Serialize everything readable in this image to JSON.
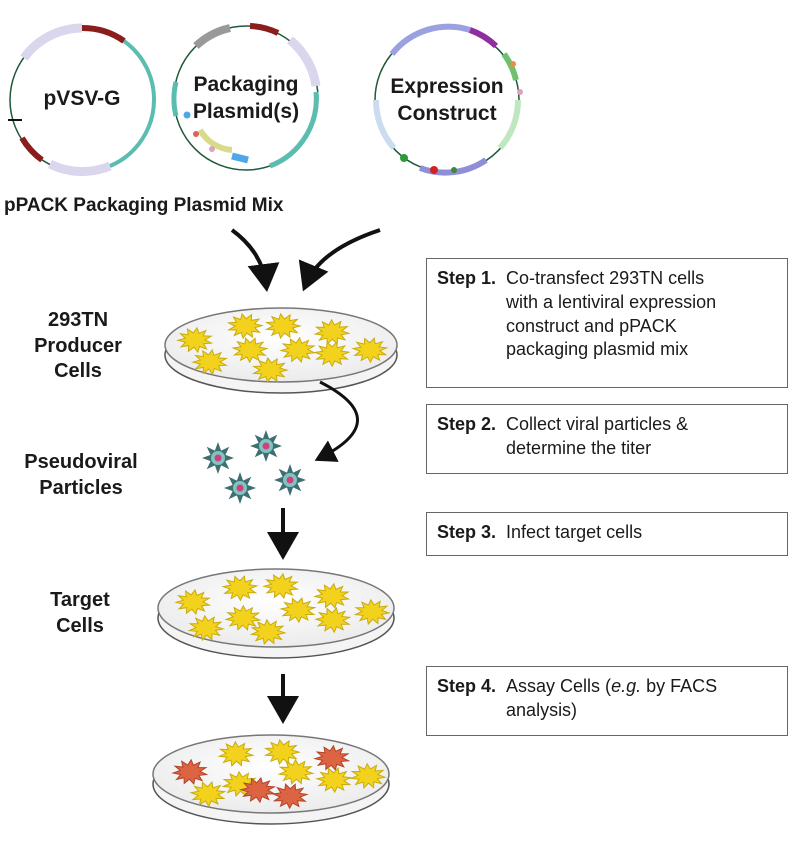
{
  "plasmids": [
    {
      "id": "pvsvg",
      "label_lines": [
        "pVSV-G"
      ]
    },
    {
      "id": "packaging",
      "label_lines": [
        "Packaging",
        "Plasmid(s)"
      ]
    },
    {
      "id": "expression",
      "label_lines": [
        "Expression",
        "Construct"
      ]
    }
  ],
  "mix_label": "pPACK Packaging Plasmid Mix",
  "stages": {
    "producer": {
      "label_lines": [
        "293TN",
        "Producer",
        "Cells"
      ]
    },
    "pseudoviral": {
      "label_lines": [
        "Pseudoviral",
        "Particles"
      ]
    },
    "target": {
      "label_lines": [
        "Target",
        "Cells"
      ]
    }
  },
  "steps": [
    {
      "number": "Step 1.",
      "lines": [
        "Co-transfect 293TN cells",
        "with a lentiviral expression",
        "construct and pPACK",
        "packaging plasmid mix"
      ]
    },
    {
      "number": "Step 2.",
      "lines": [
        "Collect viral particles &",
        "determine the titer"
      ]
    },
    {
      "number": "Step 3.",
      "lines": [
        "Infect target cells"
      ]
    },
    {
      "number": "Step 4.",
      "lines": [
        "Assay Cells (e.g. by FACS",
        "analysis)"
      ]
    }
  ],
  "colors": {
    "plasmid_ring": "#5aaa9e",
    "yellow_cell": "#f2d21c",
    "yellow_cell_edge": "#c9ab0e",
    "red_cell": "#dd6442",
    "red_cell_edge": "#b24326",
    "virus_spikes": "#3d7070",
    "virus_core": "#d2407a",
    "arrow": "#111111",
    "box_border": "#666666"
  }
}
